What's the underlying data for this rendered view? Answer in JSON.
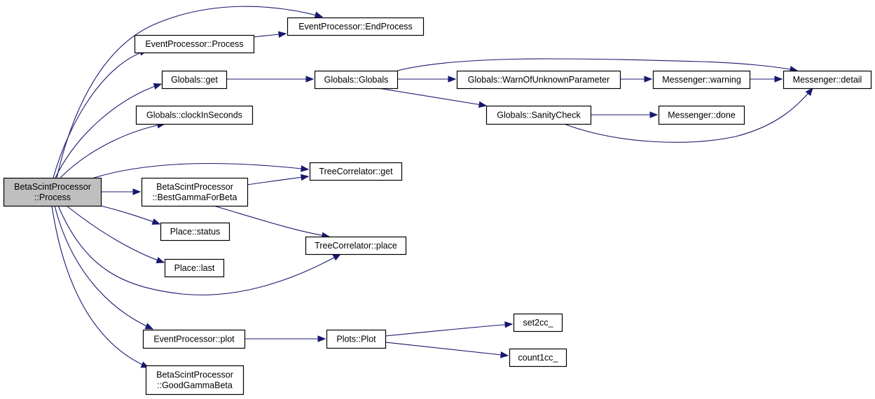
{
  "graph": {
    "nodes": [
      {
        "id": "root",
        "lines": [
          "BetaScintProcessor",
          "::Process"
        ],
        "root": true
      },
      {
        "id": "ep_process",
        "lines": [
          "EventProcessor::Process"
        ]
      },
      {
        "id": "ep_end",
        "lines": [
          "EventProcessor::EndProcess"
        ]
      },
      {
        "id": "g_get",
        "lines": [
          "Globals::get"
        ]
      },
      {
        "id": "g_globals",
        "lines": [
          "Globals::Globals"
        ]
      },
      {
        "id": "g_warn",
        "lines": [
          "Globals::WarnOfUnknownParameter"
        ]
      },
      {
        "id": "m_warning",
        "lines": [
          "Messenger::warning"
        ]
      },
      {
        "id": "m_detail",
        "lines": [
          "Messenger::detail"
        ]
      },
      {
        "id": "g_sanity",
        "lines": [
          "Globals::SanityCheck"
        ]
      },
      {
        "id": "m_done",
        "lines": [
          "Messenger::done"
        ]
      },
      {
        "id": "g_clock",
        "lines": [
          "Globals::clockInSeconds"
        ]
      },
      {
        "id": "tc_get",
        "lines": [
          "TreeCorrelator::get"
        ]
      },
      {
        "id": "best_gamma",
        "lines": [
          "BetaScintProcessor",
          "::BestGammaForBeta"
        ]
      },
      {
        "id": "place_status",
        "lines": [
          "Place::status"
        ]
      },
      {
        "id": "tc_place",
        "lines": [
          "TreeCorrelator::place"
        ]
      },
      {
        "id": "place_last",
        "lines": [
          "Place::last"
        ]
      },
      {
        "id": "ep_plot",
        "lines": [
          "EventProcessor::plot"
        ]
      },
      {
        "id": "plots_plot",
        "lines": [
          "Plots::Plot"
        ]
      },
      {
        "id": "set2cc",
        "lines": [
          "set2cc_"
        ]
      },
      {
        "id": "count1cc",
        "lines": [
          "count1cc_"
        ]
      },
      {
        "id": "good_gamma",
        "lines": [
          "BetaScintProcessor",
          "::GoodGammaBeta"
        ]
      }
    ],
    "edges": [
      {
        "from": "root",
        "to": "ep_end"
      },
      {
        "from": "root",
        "to": "ep_process"
      },
      {
        "from": "root",
        "to": "g_get"
      },
      {
        "from": "root",
        "to": "g_clock"
      },
      {
        "from": "root",
        "to": "tc_get"
      },
      {
        "from": "root",
        "to": "best_gamma"
      },
      {
        "from": "root",
        "to": "place_status"
      },
      {
        "from": "root",
        "to": "place_last"
      },
      {
        "from": "root",
        "to": "tc_place"
      },
      {
        "from": "root",
        "to": "ep_plot"
      },
      {
        "from": "root",
        "to": "good_gamma"
      },
      {
        "from": "ep_process",
        "to": "ep_end"
      },
      {
        "from": "g_get",
        "to": "g_globals"
      },
      {
        "from": "g_globals",
        "to": "g_warn"
      },
      {
        "from": "g_globals",
        "to": "g_sanity"
      },
      {
        "from": "g_globals",
        "to": "m_detail"
      },
      {
        "from": "g_warn",
        "to": "m_warning"
      },
      {
        "from": "m_warning",
        "to": "m_detail"
      },
      {
        "from": "g_sanity",
        "to": "m_done"
      },
      {
        "from": "g_sanity",
        "to": "m_detail"
      },
      {
        "from": "best_gamma",
        "to": "tc_get"
      },
      {
        "from": "best_gamma",
        "to": "tc_place"
      },
      {
        "from": "ep_plot",
        "to": "plots_plot"
      },
      {
        "from": "plots_plot",
        "to": "set2cc"
      },
      {
        "from": "plots_plot",
        "to": "count1cc"
      }
    ],
    "colors": {
      "edge": "#191970",
      "root_fill": "#bfbfbf",
      "node_fill": "#ffffff",
      "node_border": "#000000"
    }
  }
}
